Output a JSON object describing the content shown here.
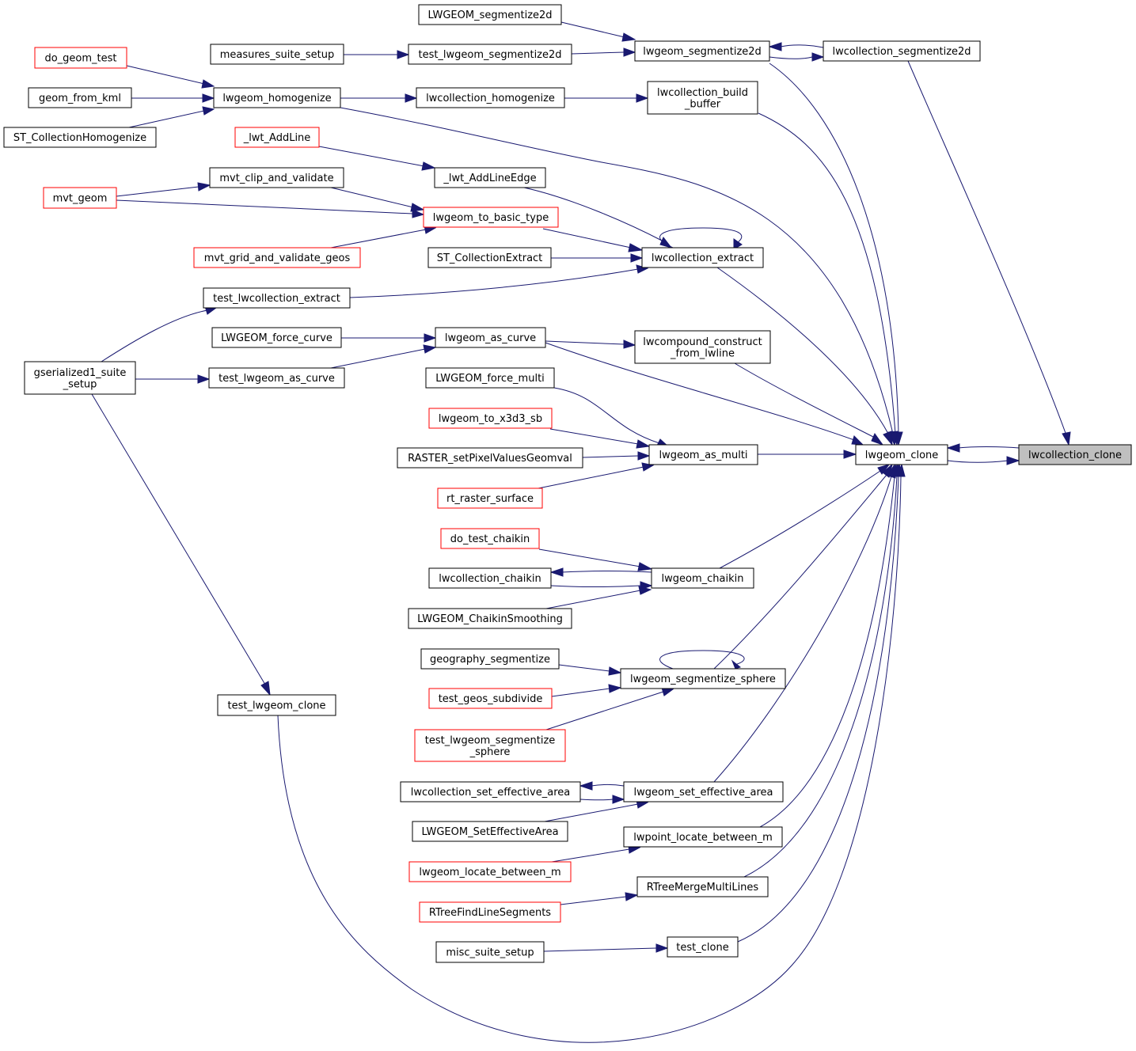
{
  "colors": {
    "edge": "#191970",
    "node_border": "#000000",
    "truncated_border": "#ff0000",
    "focus_fill": "#bfbfbf",
    "background": "#ffffff"
  },
  "nodes": {
    "lwcollection_clone": [
      "lwcollection_clone"
    ],
    "lwgeom_clone": [
      "lwgeom_clone"
    ],
    "lwcollection_segmentize2d": [
      "lwcollection_segmentize2d"
    ],
    "lwgeom_segmentize2d": [
      "lwgeom_segmentize2d"
    ],
    "LWGEOM_segmentize2d": [
      "LWGEOM_segmentize2d"
    ],
    "test_lwgeom_segmentize2d": [
      "test_lwgeom_segmentize2d"
    ],
    "measures_suite_setup": [
      "measures_suite_setup"
    ],
    "lwcollection_build_buffer": [
      "lwcollection_build",
      "_buffer"
    ],
    "lwcollection_homogenize": [
      "lwcollection_homogenize"
    ],
    "lwgeom_homogenize": [
      "lwgeom_homogenize"
    ],
    "do_geom_test": [
      "do_geom_test"
    ],
    "geom_from_kml": [
      "geom_from_kml"
    ],
    "ST_CollectionHomogenize": [
      "ST_CollectionHomogenize"
    ],
    "_lwt_AddLine": [
      "_lwt_AddLine"
    ],
    "_lwt_AddLineEdge": [
      "_lwt_AddLineEdge"
    ],
    "mvt_clip_and_validate": [
      "mvt_clip_and_validate"
    ],
    "mvt_geom": [
      "mvt_geom"
    ],
    "lwgeom_to_basic_type": [
      "lwgeom_to_basic_type"
    ],
    "mvt_grid_and_validate_geos": [
      "mvt_grid_and_validate_geos"
    ],
    "ST_CollectionExtract": [
      "ST_CollectionExtract"
    ],
    "lwcollection_extract": [
      "lwcollection_extract"
    ],
    "test_lwcollection_extract": [
      "test_lwcollection_extract"
    ],
    "LWGEOM_force_curve": [
      "LWGEOM_force_curve"
    ],
    "lwgeom_as_curve": [
      "lwgeom_as_curve"
    ],
    "lwcompound_construct_from_lwline": [
      "lwcompound_construct",
      "_from_lwline"
    ],
    "gserialized1_suite_setup": [
      "gserialized1_suite",
      "_setup"
    ],
    "test_lwgeom_as_curve": [
      "test_lwgeom_as_curve"
    ],
    "LWGEOM_force_multi": [
      "LWGEOM_force_multi"
    ],
    "lwgeom_to_x3d3_sb": [
      "lwgeom_to_x3d3_sb"
    ],
    "RASTER_setPixelValuesGeomval": [
      "RASTER_setPixelValuesGeomval"
    ],
    "lwgeom_as_multi": [
      "lwgeom_as_multi"
    ],
    "rt_raster_surface": [
      "rt_raster_surface"
    ],
    "do_test_chaikin": [
      "do_test_chaikin"
    ],
    "lwcollection_chaikin": [
      "lwcollection_chaikin"
    ],
    "lwgeom_chaikin": [
      "lwgeom_chaikin"
    ],
    "LWGEOM_ChaikinSmoothing": [
      "LWGEOM_ChaikinSmoothing"
    ],
    "geography_segmentize": [
      "geography_segmentize"
    ],
    "lwgeom_segmentize_sphere": [
      "lwgeom_segmentize_sphere"
    ],
    "test_geos_subdivide": [
      "test_geos_subdivide"
    ],
    "test_lwgeom_segmentize_sphere": [
      "test_lwgeom_segmentize",
      "_sphere"
    ],
    "test_lwgeom_clone": [
      "test_lwgeom_clone"
    ],
    "lwcollection_set_effective_area": [
      "lwcollection_set_effective_area"
    ],
    "lwgeom_set_effective_area": [
      "lwgeom_set_effective_area"
    ],
    "LWGEOM_SetEffectiveArea": [
      "LWGEOM_SetEffectiveArea"
    ],
    "lwpoint_locate_between_m": [
      "lwpoint_locate_between_m"
    ],
    "lwgeom_locate_between_m": [
      "lwgeom_locate_between_m"
    ],
    "RTreeMergeMultiLines": [
      "RTreeMergeMultiLines"
    ],
    "RTreeFindLineSegments": [
      "RTreeFindLineSegments"
    ],
    "test_clone": [
      "test_clone"
    ],
    "misc_suite_setup": [
      "misc_suite_setup"
    ]
  }
}
